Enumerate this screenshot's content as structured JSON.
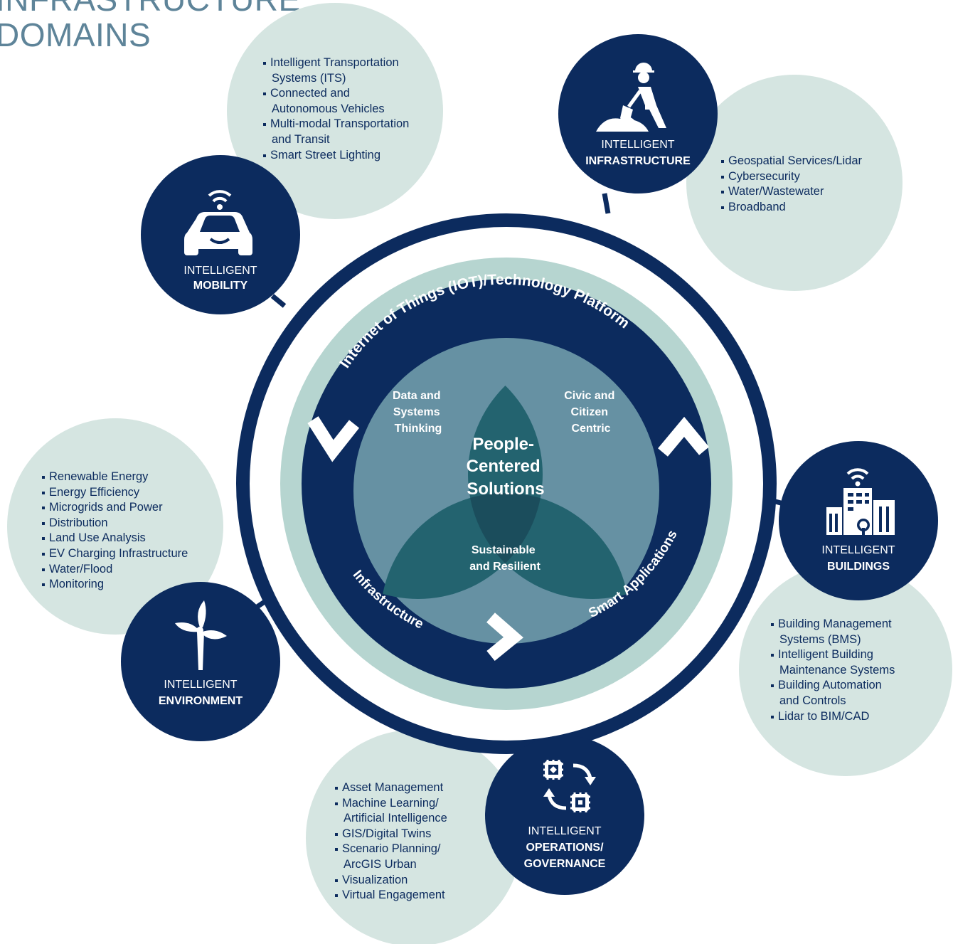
{
  "heading": {
    "line1": "INFRASTRUCTURE",
    "line2": "DOMAINS"
  },
  "center": {
    "ring_top": "Internet of Things (IOT)/Technology Platform",
    "ring_left": "Infrastructure",
    "ring_right": "Smart Applications",
    "core_line1": "People-",
    "core_line2": "Centered",
    "core_line3": "Solutions",
    "petal_left": [
      "Data and",
      "Systems",
      "Thinking"
    ],
    "petal_right": [
      "Civic and",
      "Citizen",
      "Centric"
    ],
    "petal_bottom": [
      "Sustainable",
      "and Resilient"
    ]
  },
  "domains": {
    "mobility": {
      "prefix": "INTELLIGENT",
      "name": "MOBILITY",
      "icon": "autonomous-car-icon",
      "items": [
        "Intelligent Transportation",
        "Systems (ITS)",
        "Connected and",
        "Autonomous Vehicles",
        "Multi-modal Transportation",
        "and Transit",
        "Smart Street Lighting"
      ]
    },
    "infrastructure": {
      "prefix": "INTELLIGENT",
      "name": "INFRASTRUCTURE",
      "icon": "worker-shovel-icon",
      "items": [
        "Geospatial Services/Lidar",
        "Cybersecurity",
        "Water/Wastewater",
        "Broadband"
      ]
    },
    "buildings": {
      "prefix": "INTELLIGENT",
      "name": "BUILDINGS",
      "icon": "smart-building-icon",
      "items": [
        "Building Management",
        "Systems (BMS)",
        "Intelligent Building",
        "Maintenance Systems",
        "Building Automation",
        "and Controls",
        "Lidar to BIM/CAD"
      ]
    },
    "operations": {
      "prefix": "INTELLIGENT",
      "name_line1": "OPERATIONS/",
      "name_line2": "GOVERNANCE",
      "icon": "chip-cycle-icon",
      "items": [
        "Asset Management",
        "Machine Learning/",
        "Artificial Intelligence",
        "GIS/Digital Twins",
        "Scenario Planning/",
        "ArcGIS Urban",
        "Visualization",
        "Virtual Engagement"
      ]
    },
    "environment": {
      "prefix": "INTELLIGENT",
      "name": "ENVIRONMENT",
      "icon": "wind-turbine-icon",
      "items": [
        "Renewable Energy",
        "Energy Efficiency",
        "Microgrids and Power",
        "Distribution",
        "Land Use Analysis",
        "EV Charging Infrastructure",
        "Water/Flood",
        "Monitoring"
      ]
    }
  },
  "colors": {
    "navy": "#0c2b5e",
    "bubble": "#d5e5e1",
    "ring_light": "#b6d5d0",
    "petal_outer": "#6691a3",
    "petal_mid": "#23636f",
    "petal_core": "#1b4d5c",
    "heading": "#5e8499"
  }
}
